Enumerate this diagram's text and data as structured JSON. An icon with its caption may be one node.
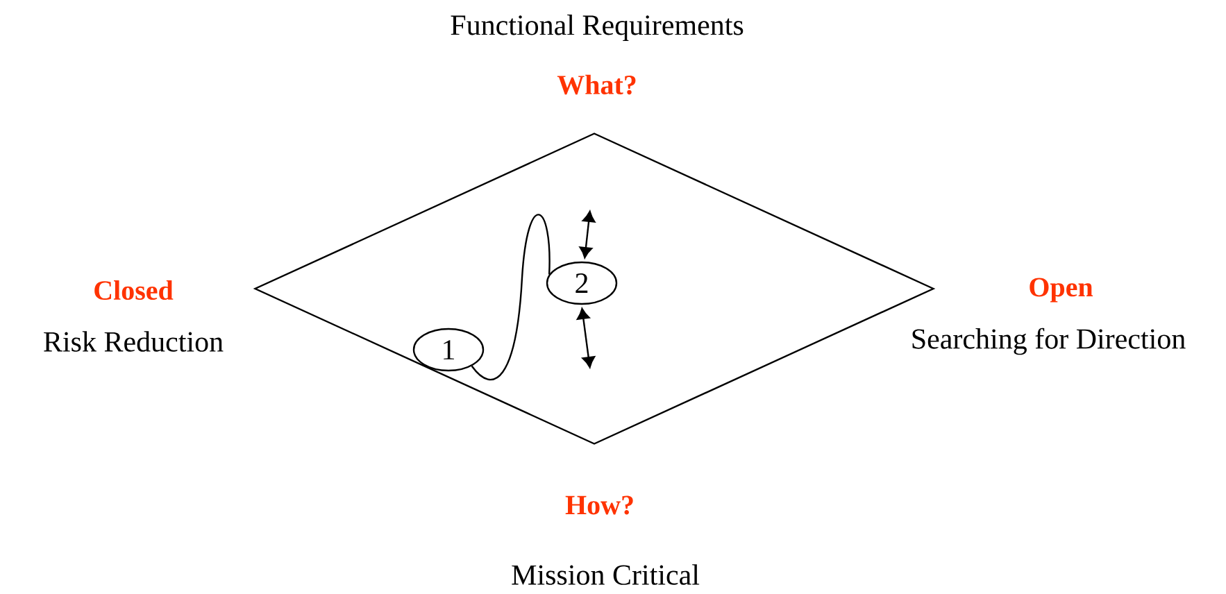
{
  "diagram": {
    "nodes": [
      {
        "text": [],
        "shape": "diamond"
      },
      {
        "text": [
          "1"
        ],
        "in": 0
      },
      {
        "text": [
          "2"
        ],
        "in": 0
      }
    ],
    "edges": [
      {
        "from": 1,
        "to": 2,
        "arrow": "none"
      }
    ],
    "labels": [
      "Functional Requirements",
      "What?",
      "Closed",
      "Risk Reduction",
      "Open",
      "Searching for Direction",
      "How?",
      "Mission Critical"
    ]
  }
}
